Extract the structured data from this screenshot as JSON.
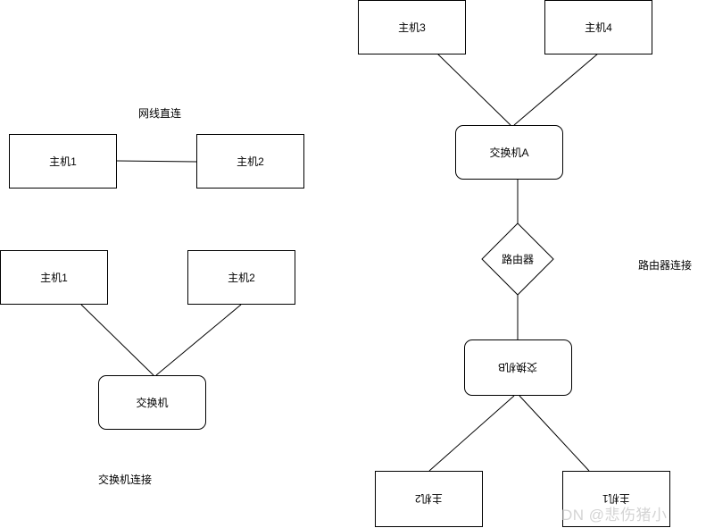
{
  "direct": {
    "title": "网线直连",
    "host1": "主机1",
    "host2": "主机2"
  },
  "switch_section": {
    "title": "交换机连接",
    "host1": "主机1",
    "host2": "主机2",
    "switch": "交换机"
  },
  "router_section": {
    "title": "路由器连接",
    "host3": "主机3",
    "host4": "主机4",
    "switch_a": "交换机A",
    "router": "路由器",
    "switch_b": "交换机B",
    "host2": "主机2",
    "host1": "主机1"
  },
  "watermark": "DN @悲伤猪小"
}
